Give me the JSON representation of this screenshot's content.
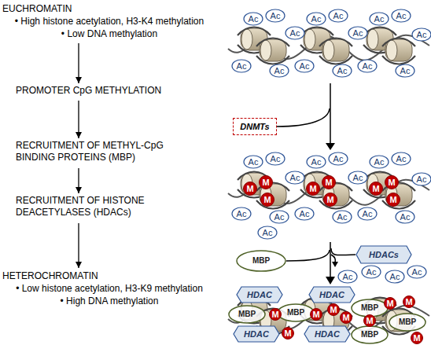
{
  "diagram": {
    "nodes": [
      {
        "text": [
          "EUCHROMATIN",
          "• High histone acetylation, H3-K4 methylation",
          "• Low DNA methylation"
        ]
      },
      {
        "text": [
          "PROMOTER CpG METHYLATION"
        ]
      },
      {
        "text": [
          "RECRUITMENT OF METHYL-CpG BINDING PROTEINS (MBP)"
        ]
      },
      {
        "text": [
          "RECRUITMENT OF HISTONE DEACETYLASES (HDACs)"
        ]
      },
      {
        "text": [
          "HETEROCHROMATIN",
          "• Low histone acetylation, H3-K9 methylation",
          "• High DNA methylation"
        ]
      },
      {
        "text": [
          "Ac"
        ]
      },
      {
        "text": [
          "Ac"
        ]
      },
      {
        "text": [
          "Ac"
        ]
      },
      {
        "text": [
          "Ac"
        ]
      },
      {
        "text": [
          "Ac"
        ]
      },
      {
        "text": [
          "Ac"
        ]
      },
      {
        "text": [
          "Ac"
        ]
      },
      {
        "text": [
          "Ac"
        ]
      },
      {
        "text": [
          "Ac"
        ]
      },
      {
        "text": [
          "Ac"
        ]
      },
      {
        "text": [
          "Ac"
        ]
      },
      {
        "text": [
          "Ac"
        ]
      },
      {
        "text": [
          "Ac"
        ]
      },
      {
        "text": [
          "Ac"
        ]
      },
      {
        "text": [
          "Ac"
        ]
      },
      {
        "text": [
          "DNMTs"
        ]
      },
      {
        "text": [
          "Ac"
        ]
      },
      {
        "text": [
          "Ac"
        ]
      },
      {
        "text": [
          "Ac"
        ]
      },
      {
        "text": [
          "Ac"
        ]
      },
      {
        "text": [
          "Ac"
        ]
      },
      {
        "text": [
          "Ac"
        ]
      },
      {
        "text": [
          "Ac"
        ]
      },
      {
        "text": [
          "Ac"
        ]
      },
      {
        "text": [
          "Ac"
        ]
      },
      {
        "text": [
          "Ac"
        ]
      },
      {
        "text": [
          "Ac"
        ]
      },
      {
        "text": [
          "Ac"
        ]
      },
      {
        "text": [
          "Ac"
        ]
      },
      {
        "text": [
          "Ac"
        ]
      },
      {
        "text": [
          "Ac"
        ]
      },
      {
        "text": [
          "Ac"
        ]
      },
      {
        "text": [
          "M"
        ]
      },
      {
        "text": [
          "M"
        ]
      },
      {
        "text": [
          "M"
        ]
      },
      {
        "text": [
          "M"
        ]
      },
      {
        "text": [
          "M"
        ]
      },
      {
        "text": [
          "M"
        ]
      },
      {
        "text": [
          "M"
        ]
      },
      {
        "text": [
          "M"
        ]
      },
      {
        "text": [
          "M"
        ]
      },
      {
        "text": [
          "MBP"
        ]
      },
      {
        "text": [
          "HDACs"
        ]
      },
      {
        "text": [
          "Ac"
        ]
      },
      {
        "text": [
          "Ac"
        ]
      },
      {
        "text": [
          "Ac"
        ]
      },
      {
        "text": [
          "Ac"
        ]
      },
      {
        "text": [
          "HDAC"
        ]
      },
      {
        "text": [
          "HDAC"
        ]
      },
      {
        "text": [
          "HDAC"
        ]
      },
      {
        "text": [
          "HDAC"
        ]
      },
      {
        "text": [
          "MBP"
        ]
      },
      {
        "text": [
          "MBP"
        ]
      },
      {
        "text": [
          "MBP"
        ]
      },
      {
        "text": [
          "MBP"
        ]
      },
      {
        "text": [
          "MBP"
        ]
      },
      {
        "text": [
          "M"
        ]
      },
      {
        "text": [
          "M"
        ]
      },
      {
        "text": [
          "M"
        ]
      },
      {
        "text": [
          "M"
        ]
      },
      {
        "text": [
          "M"
        ]
      },
      {
        "text": [
          "M"
        ]
      },
      {
        "text": [
          "M"
        ]
      },
      {
        "text": [
          "M"
        ]
      },
      {
        "text": [
          "M"
        ]
      }
    ],
    "edges": [
      {
        "from": 0,
        "to": 1,
        "arrow": "to"
      },
      {
        "from": 1,
        "to": 2,
        "arrow": "to"
      },
      {
        "from": 2,
        "to": 3,
        "arrow": "to"
      },
      {
        "from": 3,
        "to": 4,
        "arrow": "to"
      }
    ]
  }
}
